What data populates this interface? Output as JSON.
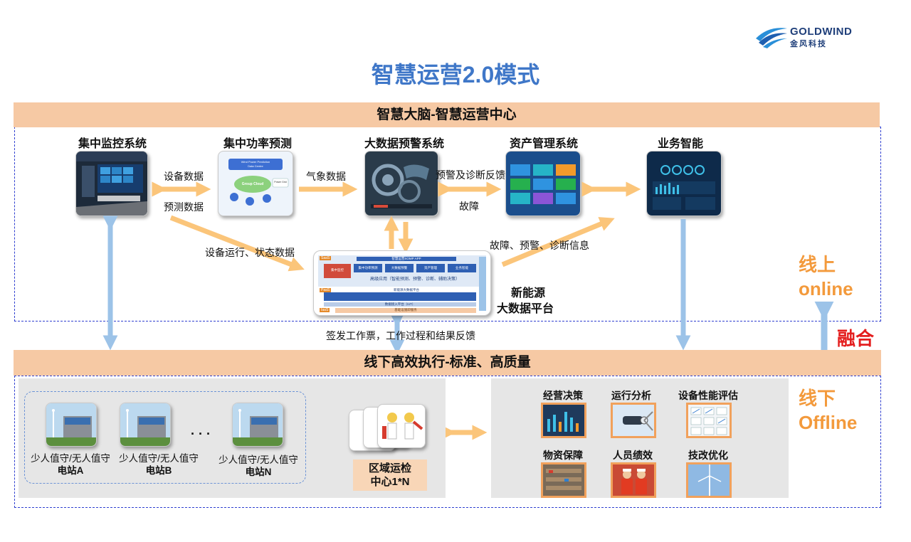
{
  "logo": {
    "name": "GOLDWIND",
    "sub": "金风科技"
  },
  "title": "智慧运营2.0模式",
  "top_band": "智慧大脑-智慧运营中心",
  "systems": [
    {
      "title": "集中监控系统"
    },
    {
      "title": "集中功率预测"
    },
    {
      "title": "大数据预警系统"
    },
    {
      "title": "资产管理系统"
    },
    {
      "title": "业务智能"
    }
  ],
  "forecast_card": {
    "line1": "Wind Power Prediction",
    "line2": "Data Centre",
    "cloud": "Group Cloud",
    "side": "Power Grid"
  },
  "edge_labels": {
    "equip_data": "设备数据",
    "forecast_data": "预测数据",
    "weather_data": "气象数据",
    "warning_feedback": "预警及诊断反馈",
    "fault": "故障",
    "run_state_data": "设备运行、状态数据",
    "fault_warning_info": "故障、预警、诊断信息",
    "ticket_feedback": "签发工作票，工作过程和结果反馈"
  },
  "platform": {
    "label_line1": "新能源",
    "label_line2": "大数据平台",
    "saas": "SaaS",
    "paas": "PaaS",
    "iaas": "IaaS",
    "app_header": "智慧运营SOMP APP",
    "app_modules": [
      "集中监控",
      "集中功率预测",
      "大数据预警",
      "资产管理",
      "业务智能"
    ],
    "app_line": "高级应用（智能预测、预警、诊断、辅助决策）",
    "paas_header": "新能源大数据平台",
    "paas_line": "数据接入平台（IoT）",
    "iaas_line": "基础设施即服务"
  },
  "side_labels": {
    "online_cn": "线上",
    "online_en": "online",
    "fuse": "融合",
    "offline_cn": "线下",
    "offline_en": "Offline"
  },
  "bottom_band": "线下高效执行-标准、高质量",
  "stations": [
    {
      "line1": "少人值守/无人值守",
      "line2": "电站A"
    },
    {
      "line1": "少人值守/无人值守",
      "line2": "电站B"
    },
    {
      "line1": "少人值守/无人值守",
      "line2": "电站N"
    }
  ],
  "ellipsis": "· · ·",
  "center": {
    "line1": "区域运检",
    "line2": "中心1*N"
  },
  "tiles": [
    {
      "label": "经营决策"
    },
    {
      "label": "运行分析"
    },
    {
      "label": "设备性能评估"
    },
    {
      "label": "物资保障"
    },
    {
      "label": "人员绩效"
    },
    {
      "label": "技改优化"
    }
  ],
  "colors": {
    "arrow_orange": "#fbc57a",
    "arrow_blue": "#9cc3e8",
    "band": "#f6c9a4",
    "title_blue": "#3f77c8",
    "accent_orange": "#f39a3c",
    "fuse_red": "#e41e1e"
  }
}
